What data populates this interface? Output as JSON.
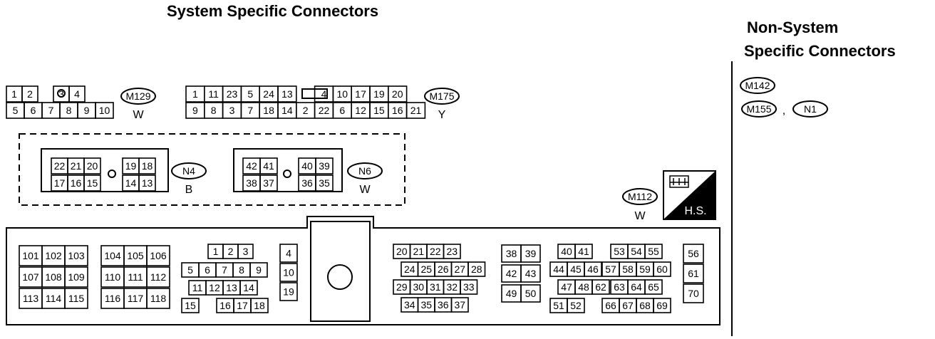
{
  "titles": {
    "system": "System Specific Connectors",
    "nonsystem_line1": "Non-System",
    "nonsystem_line2": "Specific Connectors"
  },
  "m129": {
    "id": "M129",
    "color": "W",
    "top": [
      "1",
      "2",
      "",
      "3",
      "4"
    ],
    "bottom": [
      "5",
      "6",
      "7",
      "8",
      "9",
      "10"
    ]
  },
  "m175": {
    "id": "M175",
    "color": "Y",
    "top": [
      "1",
      "11",
      "23",
      "5",
      "24",
      "13",
      "",
      "4",
      "10",
      "17",
      "19",
      "20"
    ],
    "bottom": [
      "9",
      "8",
      "3",
      "7",
      "18",
      "14",
      "2",
      "22",
      "6",
      "12",
      "15",
      "16",
      "21"
    ]
  },
  "n4": {
    "id": "N4",
    "color": "B",
    "top_left": [
      "22",
      "21",
      "20"
    ],
    "top_right": [
      "19",
      "18"
    ],
    "bottom_left": [
      "17",
      "16",
      "15"
    ],
    "bottom_right": [
      "14",
      "13"
    ]
  },
  "n6": {
    "id": "N6",
    "color": "W",
    "top_left": [
      "42",
      "41"
    ],
    "top_right": [
      "40",
      "39"
    ],
    "bottom_left": [
      "38",
      "37"
    ],
    "bottom_right": [
      "36",
      "35"
    ]
  },
  "m112": {
    "id": "M112",
    "color": "W"
  },
  "hs": {
    "label": "H.S."
  },
  "nonsystem": {
    "m142": "M142",
    "m155": "M155",
    "sep": ",",
    "n1": "N1"
  },
  "ecm": {
    "g1": [
      [
        "101",
        "102",
        "103"
      ],
      [
        "107",
        "108",
        "109"
      ],
      [
        "113",
        "114",
        "115"
      ]
    ],
    "g2": [
      [
        "104",
        "105",
        "106"
      ],
      [
        "110",
        "111",
        "112"
      ],
      [
        "116",
        "117",
        "118"
      ]
    ],
    "g3": [
      [
        "1",
        "2",
        "3"
      ],
      [
        "5",
        "6",
        "7",
        "8",
        "9"
      ],
      [
        "11",
        "12",
        "13",
        "14"
      ],
      [
        "15",
        "16",
        "17",
        "18"
      ]
    ],
    "g4": [
      "4",
      "10",
      "19"
    ],
    "g5": [
      [
        "20",
        "21",
        "22",
        "23"
      ],
      [
        "24",
        "25",
        "26",
        "27",
        "28"
      ],
      [
        "29",
        "30",
        "31",
        "32",
        "33"
      ],
      [
        "34",
        "35",
        "36",
        "37"
      ]
    ],
    "g6": [
      [
        "38",
        "39"
      ],
      [
        "42",
        "43"
      ],
      [
        "49",
        "50"
      ]
    ],
    "g7": [
      [
        "40",
        "41"
      ],
      [
        "44",
        "45",
        "46"
      ],
      [
        "47",
        "48",
        "62"
      ],
      [
        "51",
        "52"
      ]
    ],
    "g8": [
      [
        "53",
        "54",
        "55"
      ],
      [
        "57",
        "58",
        "59",
        "60"
      ],
      [
        "63",
        "64",
        "65"
      ],
      [
        "66",
        "67",
        "68",
        "69"
      ]
    ],
    "g9": [
      "56",
      "61",
      "70"
    ]
  }
}
